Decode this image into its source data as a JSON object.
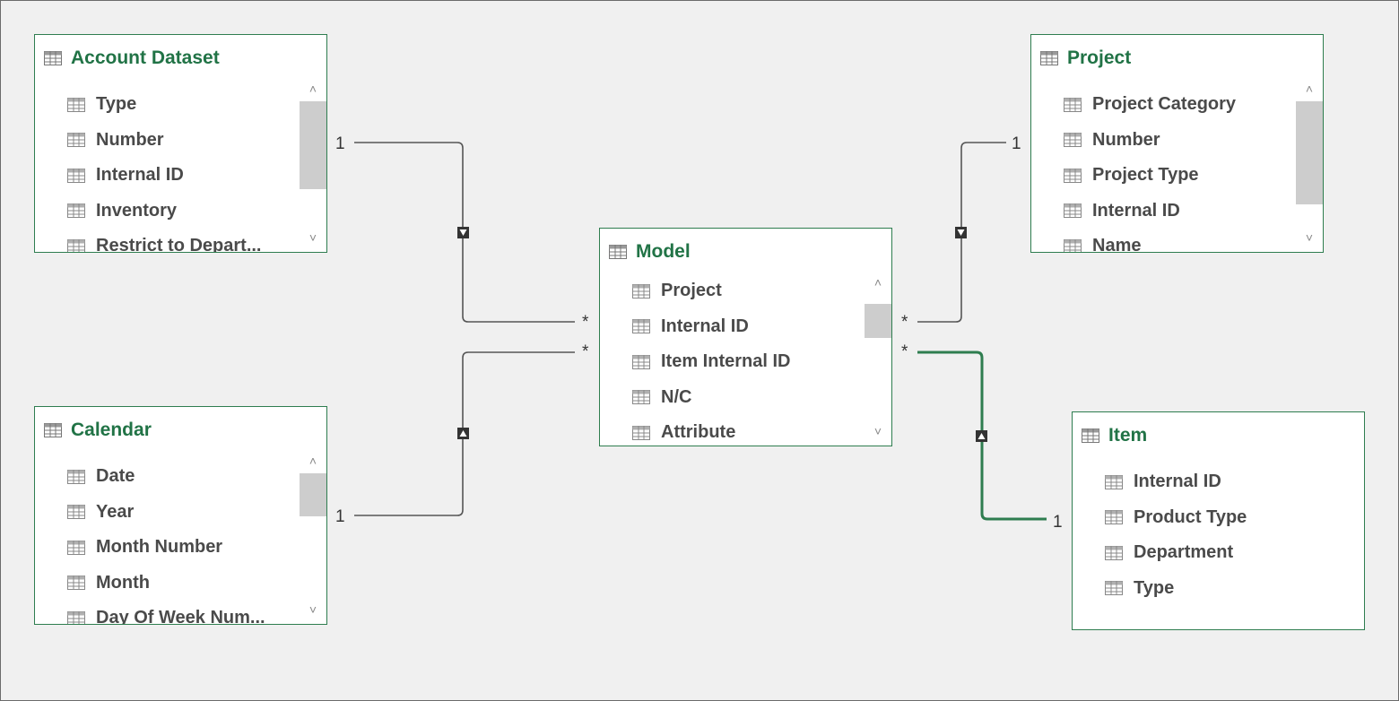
{
  "colors": {
    "accent": "#217346",
    "line": "#555555",
    "highlight_line": "#2e7d4f"
  },
  "tables": {
    "account": {
      "title": "Account Dataset",
      "icon": "table-icon",
      "fields": [
        "Type",
        "Number",
        "Internal ID",
        "Inventory",
        "Restrict to Depart..."
      ]
    },
    "project": {
      "title": "Project",
      "icon": "table-icon",
      "fields": [
        "Project Category",
        "Number",
        "Project Type",
        "Internal ID",
        "Name"
      ]
    },
    "model": {
      "title": "Model",
      "icon": "table-icon",
      "fields": [
        "Project",
        "Internal ID",
        "Item Internal ID",
        "N/C",
        "Attribute"
      ]
    },
    "calendar": {
      "title": "Calendar",
      "icon": "table-icon",
      "fields": [
        "Date",
        "Year",
        "Month Number",
        "Month",
        "Day Of Week Num..."
      ]
    },
    "item": {
      "title": "Item",
      "icon": "table-icon",
      "fields": [
        "Internal ID",
        "Product Type",
        "Department",
        "Type"
      ]
    }
  },
  "relationships": [
    {
      "from": "account",
      "to": "model",
      "one_label": "1",
      "many_label": "*",
      "direction_icon": "filter-down-icon",
      "active_highlight": false
    },
    {
      "from": "project",
      "to": "model",
      "one_label": "1",
      "many_label": "*",
      "direction_icon": "filter-down-icon",
      "active_highlight": false
    },
    {
      "from": "calendar",
      "to": "model",
      "one_label": "1",
      "many_label": "*",
      "direction_icon": "filter-up-icon",
      "active_highlight": false
    },
    {
      "from": "item",
      "to": "model",
      "one_label": "1",
      "many_label": "*",
      "direction_icon": "filter-up-icon",
      "active_highlight": true
    }
  ]
}
